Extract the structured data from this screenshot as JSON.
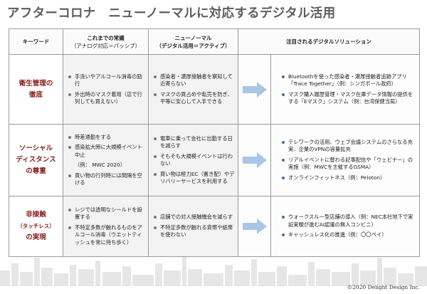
{
  "title": "アフターコロナ　ニューノーマルに対応するデジタル活用",
  "header": {
    "keyword": "キーワード",
    "old_line1": "これまでの常識",
    "old_line2": "（アナログ対応＝パッシブ）",
    "new_line1": "ニューノーマル",
    "new_line2": "（デジタル活用＝アクティブ）",
    "solution": "注目されるデジタルソリューション"
  },
  "rows": [
    {
      "key_line1": "衛生管理の",
      "key_line2": "徹底",
      "old": [
        "手洗いやアルコール消毒の励行",
        "外出時のマスク着用（店で行列しても買えない）"
      ],
      "new": [
        "感染者・濃厚接触者を察知して近寄らない",
        "マスクの買占めや転売を防ぎ、平等に安心して入手できる"
      ],
      "solution": [
        "Bluetoothを使った感染者・濃厚接触者追跡アプリ「Trace Together」（例：シンガポール政府）",
        "マスク購入履歴管理・マスク在庫データ情報の提供をする「Eマスク」システム（例：台湾保健当局）"
      ]
    },
    {
      "key_line1": "ソーシャル",
      "key_line2": "ディスタンス",
      "key_line3": "の尊重",
      "old": [
        "時差通勤をする",
        "感染拡大時に大規模イベント中止",
        "（例： MWC 2020）",
        "買い物の行列時には間隔を空ける"
      ],
      "new": [
        "電車に乗って会社に出勤する日を減らす",
        "そもそも大規模イベントは行わない",
        "買い物は極力EC（置き配）やデリバリーサービスを利用する"
      ],
      "solution": [
        "テレワークの活用、ウェブ会議システムのさらなる充実、企業のVPNの容量拡充",
        "リアルイベントに替わる記事配信や「ウェビナー」の実施（例：MWCを主催するGSMA）",
        "オンラインフィットネス（例：Peloton）"
      ]
    },
    {
      "key_line1": "非接触",
      "key_line2": "（タッチレス）",
      "key_line3": "の実現",
      "old": [
        "レジでは透明なシールドを設置する",
        "不特定多数が触れるものをアルコール消毒（ウエットティッシュを常に持ち歩く）"
      ],
      "new": [
        "店舗での対人接触機会を減らす",
        "不特定多数が触れる貨幣や紙幣を使わない"
      ],
      "solution": [
        "ウォークスルー型店舗の導入（例：NEC本社地下で実証実験が進むAI認識の無人コンビニ）",
        "キャッシュレス化の推進（例：〇〇ペイ）"
      ]
    }
  ],
  "copyright": "©2020  Delight Design Inc.",
  "colors": {
    "accent": "#8a1c1c",
    "arrow": "#a9c6e4",
    "title": "#5d5d5d",
    "bullet_blue": "#3a6fb0"
  }
}
